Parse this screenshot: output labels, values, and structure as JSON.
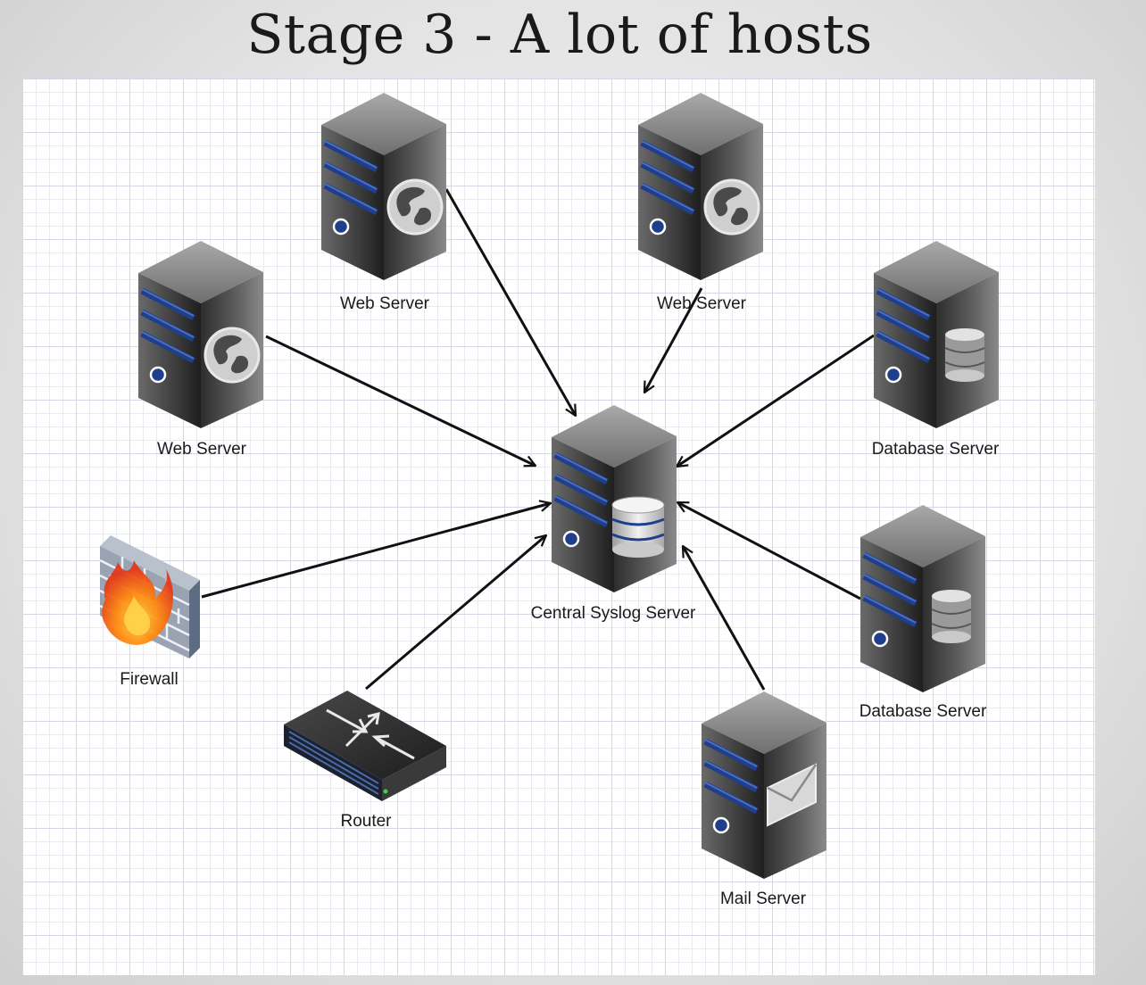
{
  "title": "Stage 3 - A lot of hosts",
  "nodes": {
    "web1": {
      "label": "Web Server",
      "icon": "globe-icon"
    },
    "web2": {
      "label": "Web Server",
      "icon": "globe-icon"
    },
    "web3": {
      "label": "Web Server",
      "icon": "globe-icon"
    },
    "db1": {
      "label": "Database Server",
      "icon": "database-icon"
    },
    "db2": {
      "label": "Database Server",
      "icon": "database-icon"
    },
    "central": {
      "label": "Central Syslog Server",
      "icon": "database-icon"
    },
    "firewall": {
      "label": "Firewall",
      "icon": "firewall-icon"
    },
    "router": {
      "label": "Router",
      "icon": "router-icon"
    },
    "mail": {
      "label": "Mail Server",
      "icon": "envelope-icon"
    }
  },
  "edges": [
    {
      "from": "web1",
      "to": "central"
    },
    {
      "from": "web2",
      "to": "central"
    },
    {
      "from": "web3",
      "to": "central"
    },
    {
      "from": "db1",
      "to": "central"
    },
    {
      "from": "db2",
      "to": "central"
    },
    {
      "from": "firewall",
      "to": "central"
    },
    {
      "from": "router",
      "to": "central"
    },
    {
      "from": "mail",
      "to": "central"
    }
  ]
}
